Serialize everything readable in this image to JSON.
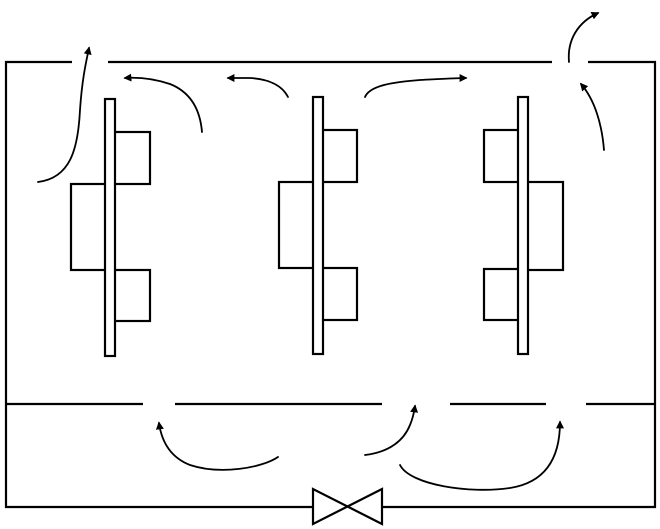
{
  "colors": {
    "stroke": "#000000",
    "background": "#ffffff"
  },
  "diagram": {
    "components": [
      {
        "name": "enclosure"
      },
      {
        "name": "bottom-plenum"
      },
      {
        "name": "component-rack-left",
        "cards_side": "right"
      },
      {
        "name": "component-rack-center",
        "cards_side": "right"
      },
      {
        "name": "component-rack-right",
        "cards_side": "left"
      },
      {
        "name": "valve"
      }
    ],
    "airflow_arrows": 9,
    "icons": [
      "valve-icon",
      "airflow-arrow-icon"
    ]
  }
}
